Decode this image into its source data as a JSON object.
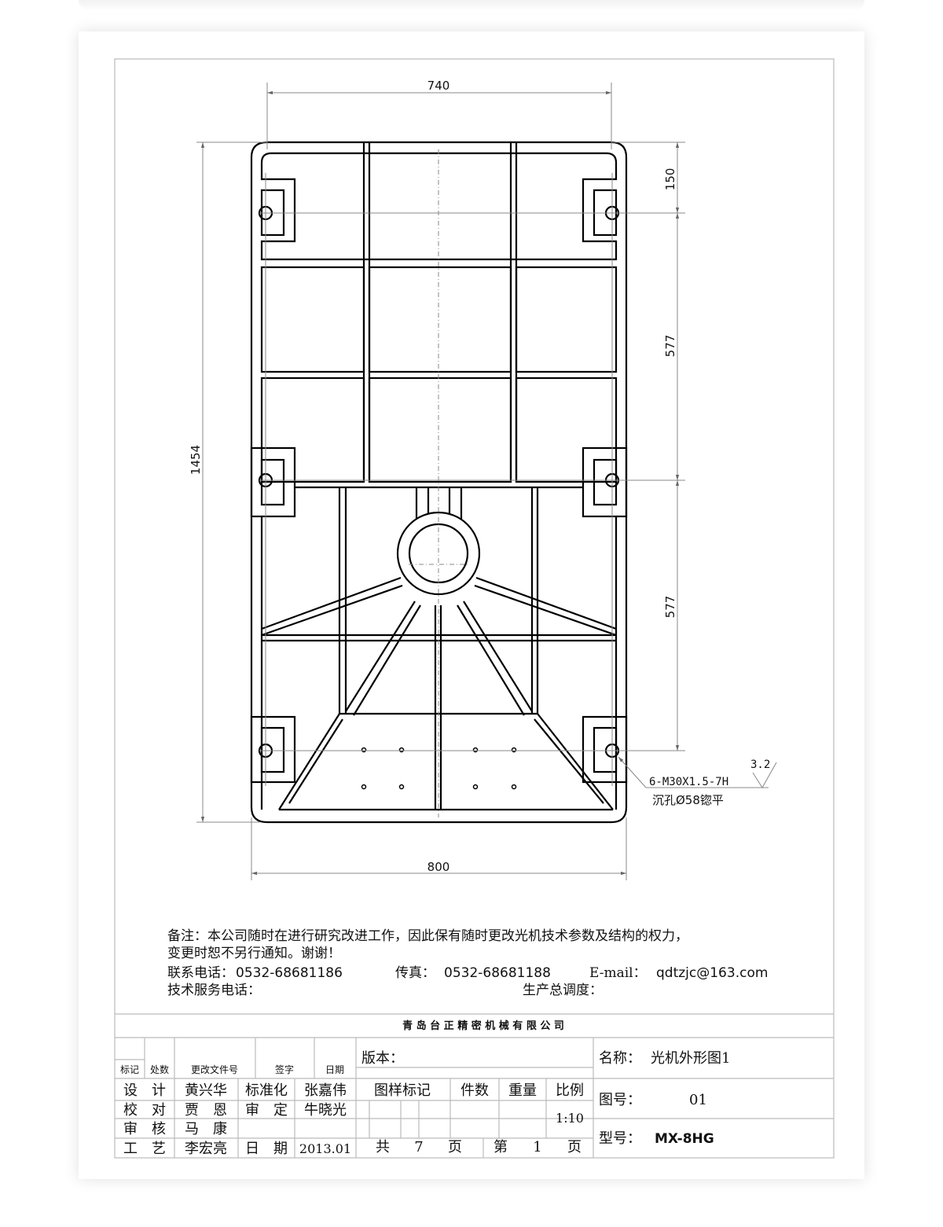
{
  "drawing": {
    "dimensions": {
      "top_width": "740",
      "bottom_width": "800",
      "overall_length": "1454",
      "right_first": "150",
      "right_second": "577",
      "right_third": "577"
    },
    "callout": {
      "thread": "6-M30X1.5-7H",
      "counterbore": "沉孔Ø58锪平",
      "roughness": "3.2"
    }
  },
  "notes": {
    "line1": "备注：本公司随时在进行研究改进工作，因此保有随时更改光机技术参数及结构的权力，",
    "line2": "变更时恕不另行通知。谢谢！",
    "phone_label": "联系电话：",
    "phone": "0532-68681186",
    "fax_label": "传真：",
    "fax": "0532-68681188",
    "email_label": "E-mail：",
    "email": "qdtzjc@163.com",
    "service_label": "技术服务电话：",
    "dispatch_label": "生产总调度："
  },
  "title_block": {
    "company": "青 岛 台 正 精 密 机 械 有 限 公 司",
    "headers": [
      "标记",
      "处数",
      "更改文件号",
      "签字",
      "日期"
    ],
    "version_label": "版本：",
    "name_label": "名称：",
    "name": "光机外形图1",
    "rows": [
      [
        "设　计",
        "黄兴华",
        "标准化",
        "张嘉伟"
      ],
      [
        "校　对",
        "贾　恩",
        "审　定",
        "牛晓光"
      ],
      [
        "审　核",
        "马　康",
        "",
        ""
      ],
      [
        "工　艺",
        "李宏亮",
        "日　期",
        "2013.01"
      ]
    ],
    "mid_headers": [
      "图样标记",
      "件数",
      "重量",
      "比例"
    ],
    "scale": "1:10",
    "total_pages_label": "共",
    "total_pages": "7",
    "page_unit": "页",
    "current_page_label": "第",
    "current_page": "1",
    "drawing_no_label": "图号：",
    "drawing_no": "01",
    "model_label": "型号：",
    "model": "MX-8HG"
  }
}
